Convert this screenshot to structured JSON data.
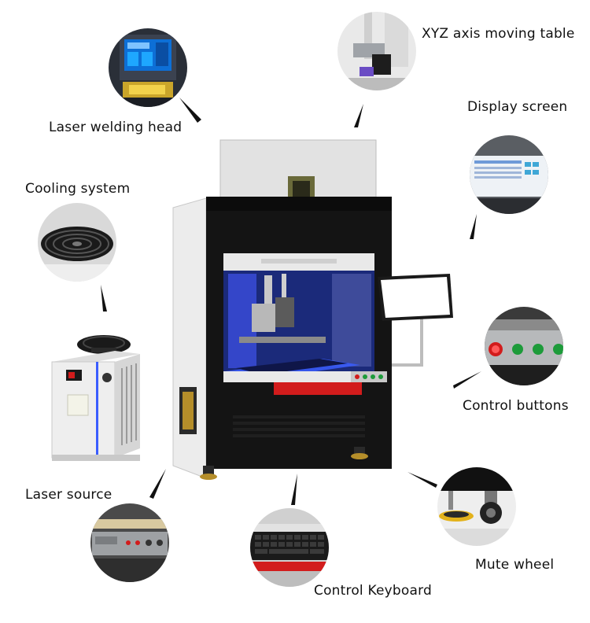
{
  "labels": {
    "xyz": "XYZ axis moving table",
    "display": "Display screen",
    "welding_head": "Laser welding head",
    "cooling": "Cooling system",
    "control_buttons": "Control buttons",
    "laser_source": "Laser source",
    "keyboard": "Control Keyboard",
    "mute_wheel": "Mute wheel"
  },
  "colors": {
    "machine_body": "#111111",
    "cabinet_side": "#e8e8e8",
    "blue_light": "#3a5dff",
    "red_accent": "#d21c1c"
  }
}
